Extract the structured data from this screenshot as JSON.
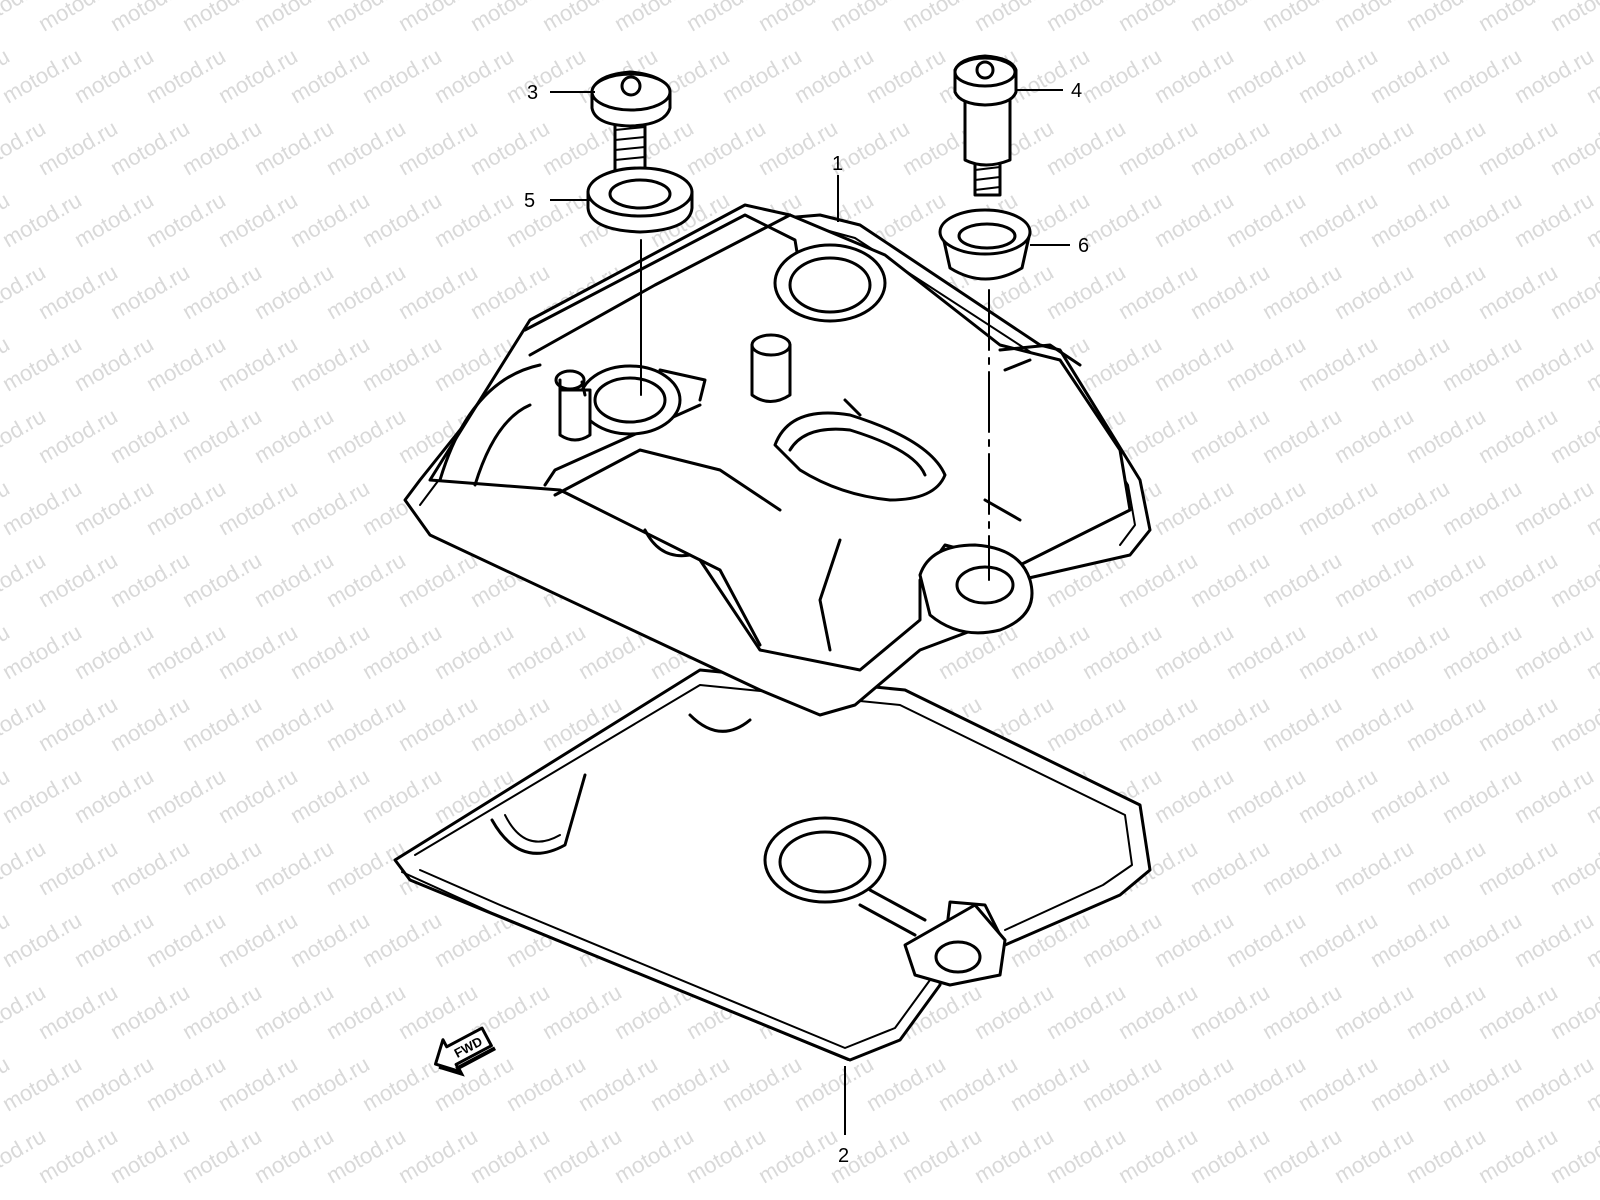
{
  "watermark": {
    "text": "motod.ru"
  },
  "callouts": [
    {
      "id": "1",
      "label": "1"
    },
    {
      "id": "2",
      "label": "2"
    },
    {
      "id": "3",
      "label": "3"
    },
    {
      "id": "4",
      "label": "4"
    },
    {
      "id": "5",
      "label": "5"
    },
    {
      "id": "6",
      "label": "6"
    }
  ],
  "fwd": {
    "label": "FWD"
  }
}
